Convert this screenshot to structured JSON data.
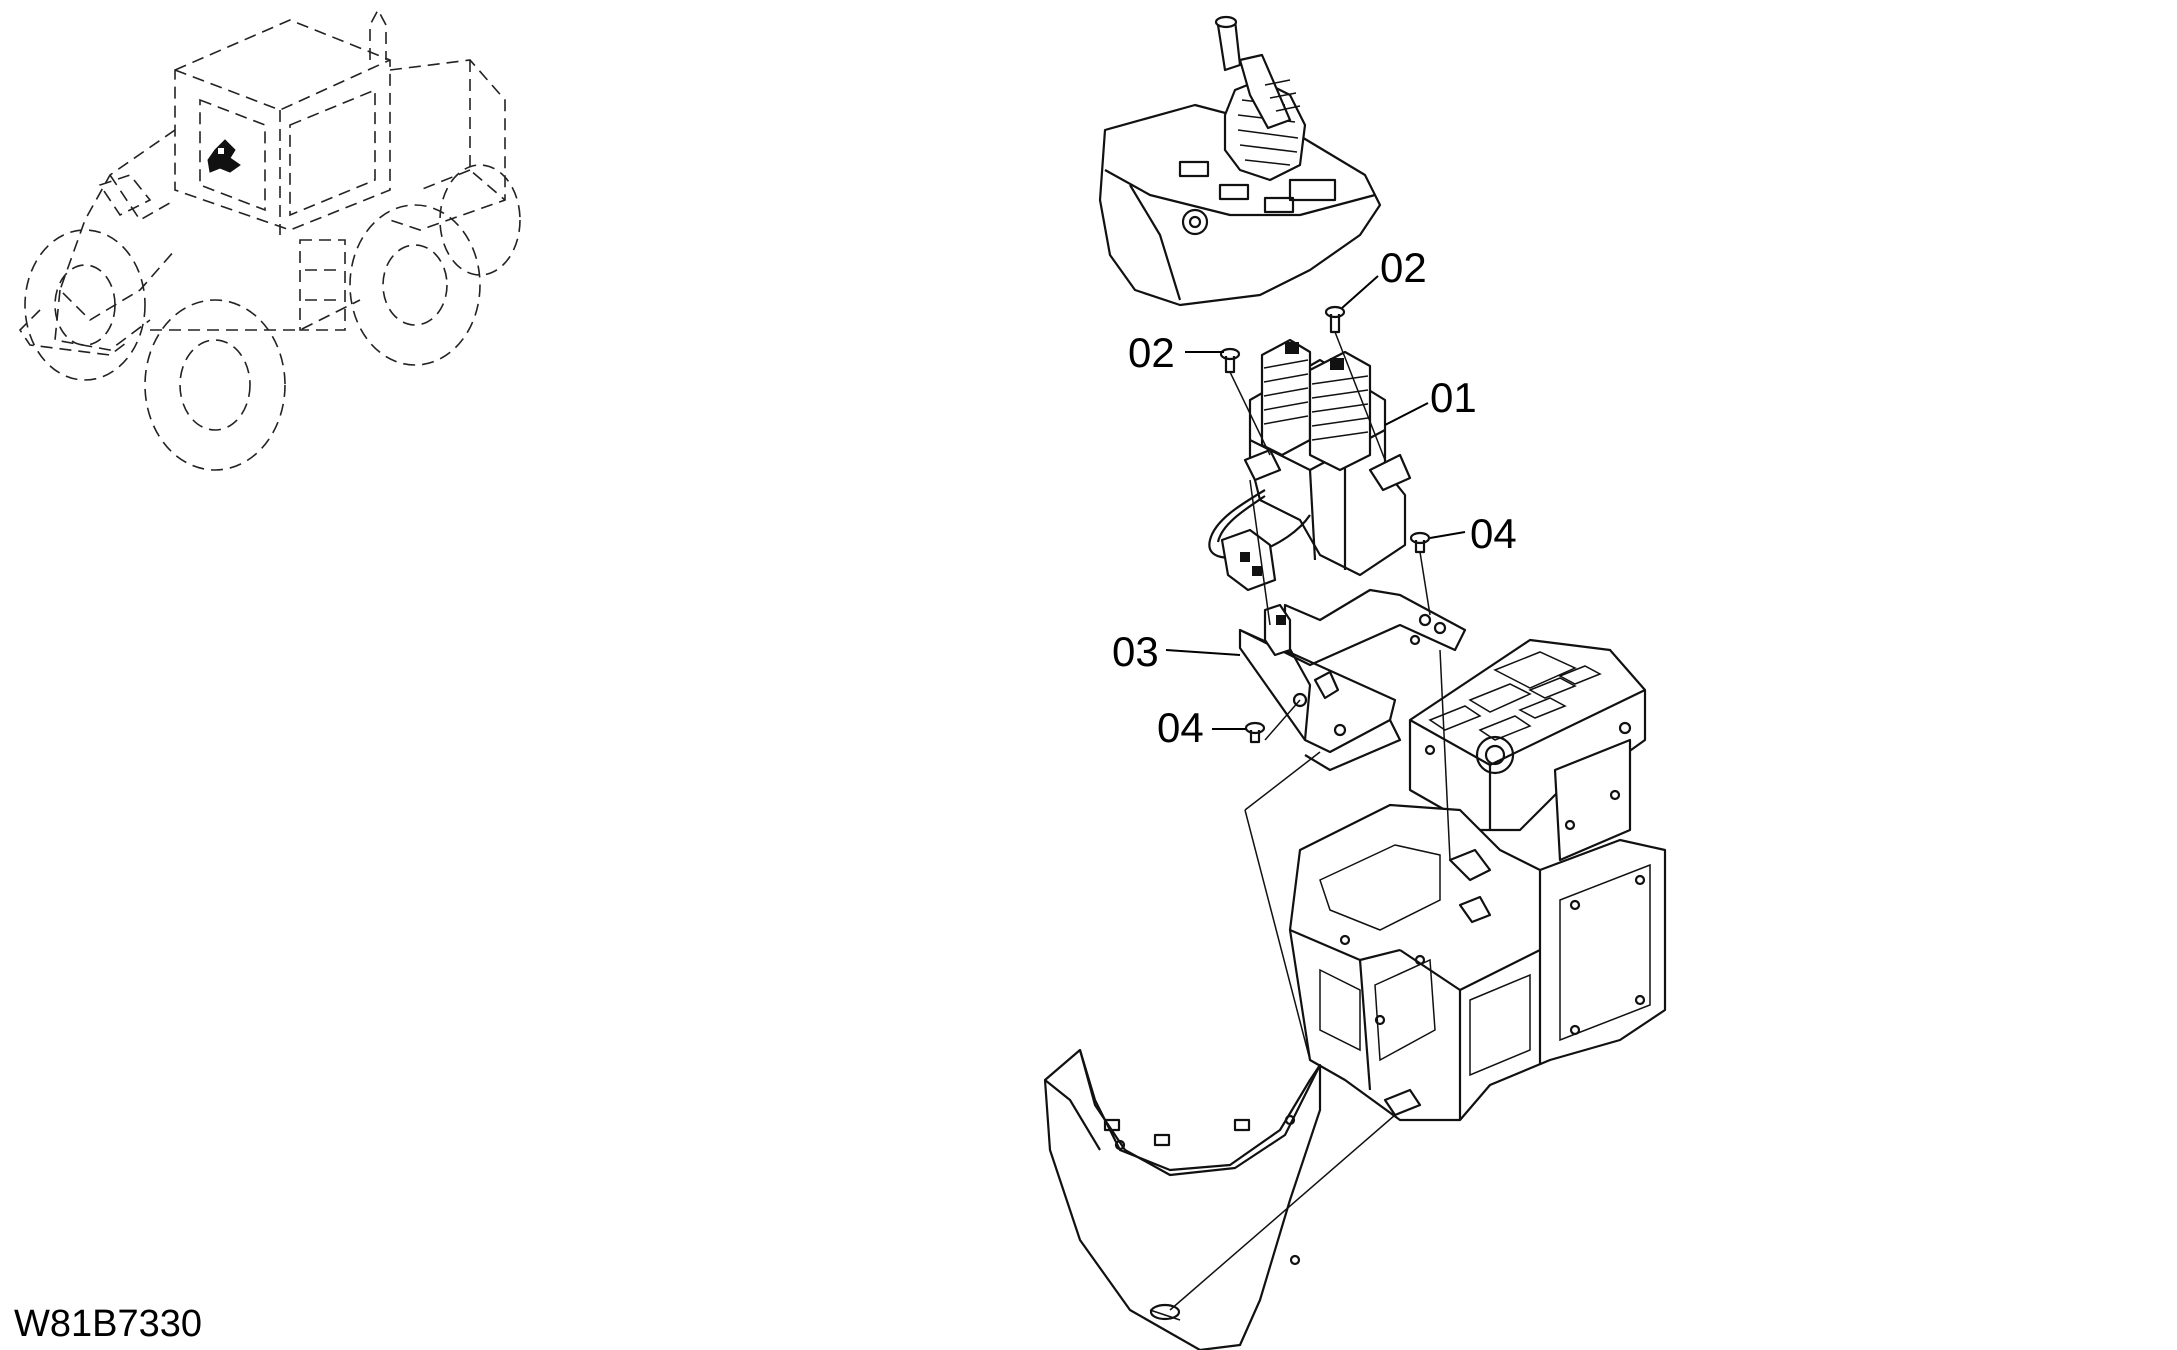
{
  "diagram": {
    "drawing_number": "W81B7330",
    "callouts": {
      "c01": "01",
      "c02a": "02",
      "c02b": "02",
      "c03": "03",
      "c04a": "04",
      "c04b": "04"
    }
  }
}
